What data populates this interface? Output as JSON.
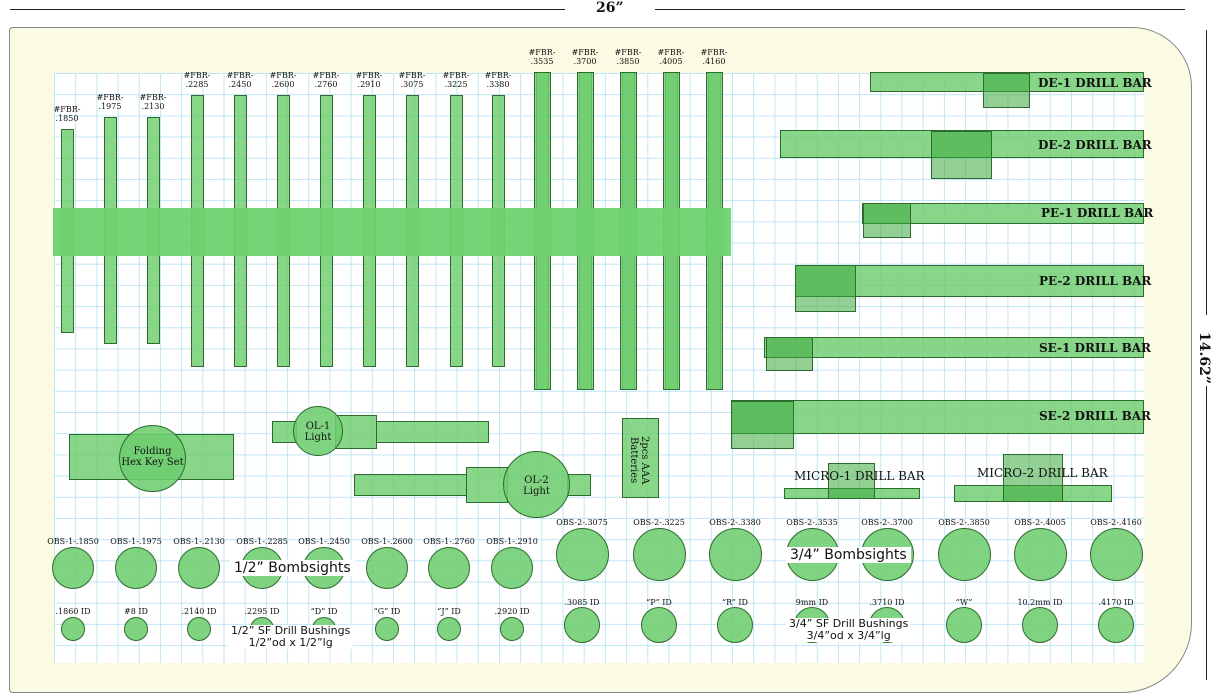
{
  "dimensions": {
    "width_label": "26”",
    "height_label": "14.62”"
  },
  "fbr_labels": [
    "#FBR-\n.1850",
    "#FBR-\n.1975",
    "#FBR-\n.2130",
    "#FBR-\n.2285",
    "#FBR-\n.2450",
    "#FBR-\n.2600",
    "#FBR-\n.2760",
    "#FBR-\n.2910",
    "#FBR-\n.3075",
    "#FBR-\n.3225",
    "#FBR-\n.3380",
    "#FBR-\n.3535",
    "#FBR-\n.3700",
    "#FBR-\n.3850",
    "#FBR-\n.4005",
    "#FBR-\n.4160"
  ],
  "drill_bars": [
    "DE-1 DRILL BAR",
    "DE-2 DRILL BAR",
    "PE-1 DRILL BAR",
    "PE-2 DRILL BAR",
    "SE-1 DRILL BAR",
    "SE-2 DRILL BAR"
  ],
  "micro_bars": [
    "MICRO-1 DRILL BAR",
    "MICRO-2 DRILL BAR"
  ],
  "tools": {
    "hex_key": "Folding\nHex Key Set",
    "ol1": "OL-1\nLight",
    "ol2": "OL-2\nLight",
    "batteries": "2pcs AAA\nBatteries"
  },
  "obs1_labels": [
    "OBS-1-.1850",
    "OBS-1-.1975",
    "OBS-1-.2130",
    "OBS-1-.2285",
    "OBS-1-.2450",
    "OBS-1-.2600",
    "OBS-1-.2760",
    "OBS-1-.2910"
  ],
  "obs2_labels": [
    "OBS-2-.3075",
    "OBS-2-.3225",
    "OBS-2-.3380",
    "OBS-2-.3535",
    "OBS-2-.3700",
    "OBS-2-.3850",
    "OBS-2-.4005",
    "OBS-2-.4160"
  ],
  "bushing1_labels": [
    ".1860 ID",
    "#8 ID",
    ".2140 ID",
    ".2295 ID",
    "“D” ID",
    "“G” ID",
    "“J” ID",
    ".2920 ID"
  ],
  "bushing2_labels": [
    ".3085 ID",
    "“P” ID",
    "“R” ID",
    "9mm ID",
    ".3710 ID",
    "“W”",
    "10.2mm ID",
    ".4170 ID"
  ],
  "banners": {
    "half_bombsights": "1/2” Bombsights",
    "three_quarter_bombsights": "3/4” Bombsights",
    "half_bushings": "1/2” SF Drill Bushings\n1/2”od x 1/2”lg",
    "three_quarter_bushings": "3/4” SF Drill Bushings\n3/4”od x 3/4”lg"
  },
  "colors": {
    "part_fill": "#6ecd6e",
    "grid_line": "#bfe6f5",
    "board_margin": "#fbfbe3"
  }
}
